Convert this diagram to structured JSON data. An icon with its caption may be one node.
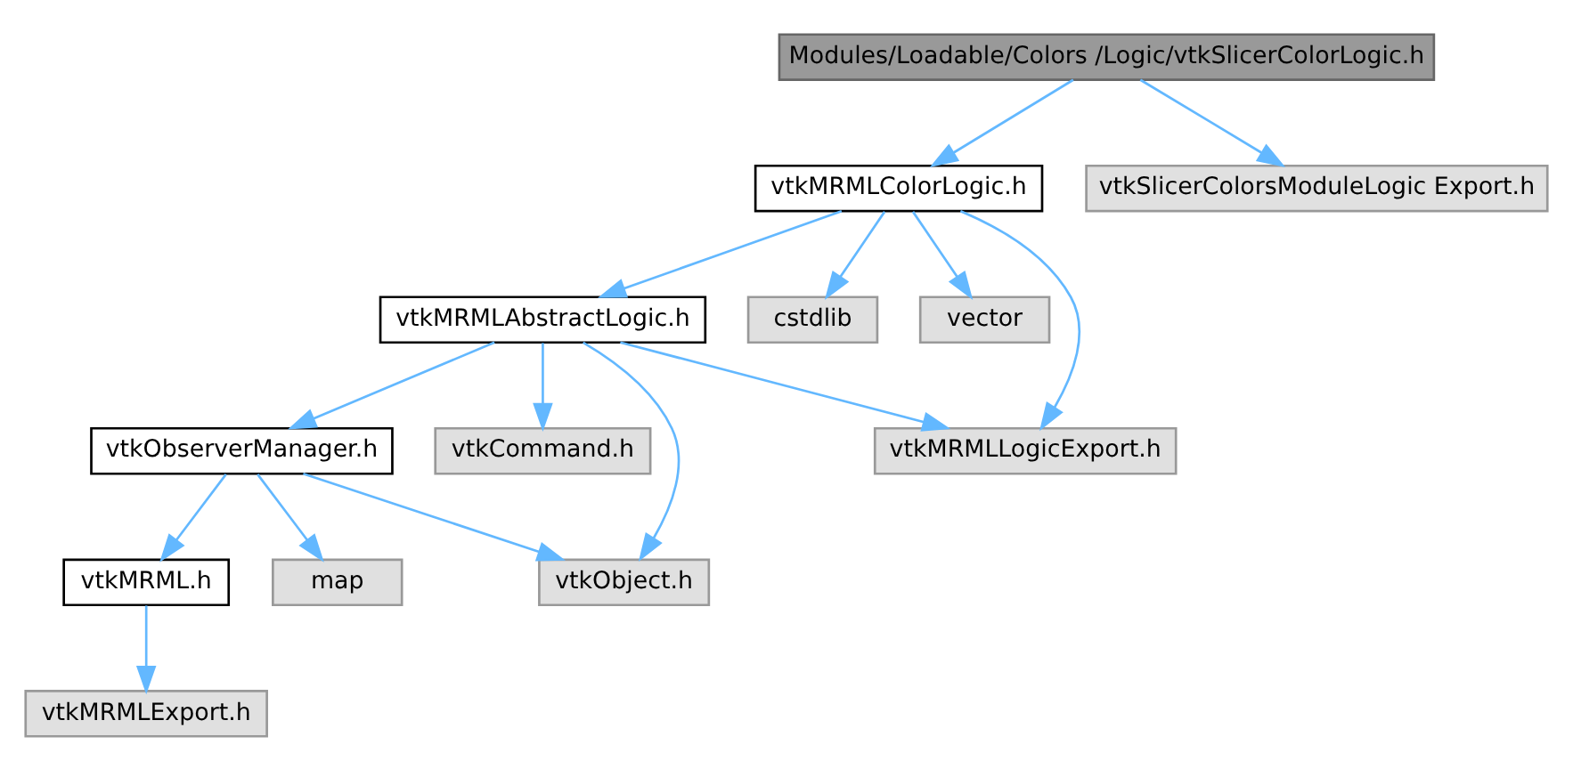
{
  "diagram": {
    "nodes": [
      {
        "text": [
          "Modules/Loadable/Colors /Logic/vtkSlicerColorLogic.h"
        ]
      },
      {
        "text": [
          "vtkMRMLColorLogic.h"
        ]
      },
      {
        "text": [
          "vtkSlicerColorsModuleLogic Export.h"
        ]
      },
      {
        "text": [
          "vtkMRMLAbstractLogic.h"
        ]
      },
      {
        "text": [
          "cstdlib"
        ]
      },
      {
        "text": [
          "vector"
        ]
      },
      {
        "text": [
          "vtkObserverManager.h"
        ]
      },
      {
        "text": [
          "vtkCommand.h"
        ]
      },
      {
        "text": [
          "vtkMRMLLogicExport.h"
        ]
      },
      {
        "text": [
          "vtkMRML.h"
        ]
      },
      {
        "text": [
          "map"
        ]
      },
      {
        "text": [
          "vtkObject.h"
        ]
      },
      {
        "text": [
          "vtkMRMLExport.h"
        ]
      }
    ],
    "edges": [
      {
        "from": 0,
        "to": 1,
        "arrow": "to"
      },
      {
        "from": 0,
        "to": 2,
        "arrow": "to"
      },
      {
        "from": 1,
        "to": 3,
        "arrow": "to"
      },
      {
        "from": 1,
        "to": 8,
        "arrow": "to"
      },
      {
        "from": 1,
        "to": 4,
        "arrow": "to"
      },
      {
        "from": 1,
        "to": 5,
        "arrow": "to"
      },
      {
        "from": 3,
        "to": 6,
        "arrow": "to"
      },
      {
        "from": 3,
        "to": 11,
        "arrow": "to"
      },
      {
        "from": 3,
        "to": 7,
        "arrow": "to"
      },
      {
        "from": 3,
        "to": 8,
        "arrow": "to"
      },
      {
        "from": 6,
        "to": 9,
        "arrow": "to"
      },
      {
        "from": 6,
        "to": 10,
        "arrow": "to"
      },
      {
        "from": 6,
        "to": 11,
        "arrow": "to"
      },
      {
        "from": 9,
        "to": 12,
        "arrow": "to"
      }
    ]
  }
}
